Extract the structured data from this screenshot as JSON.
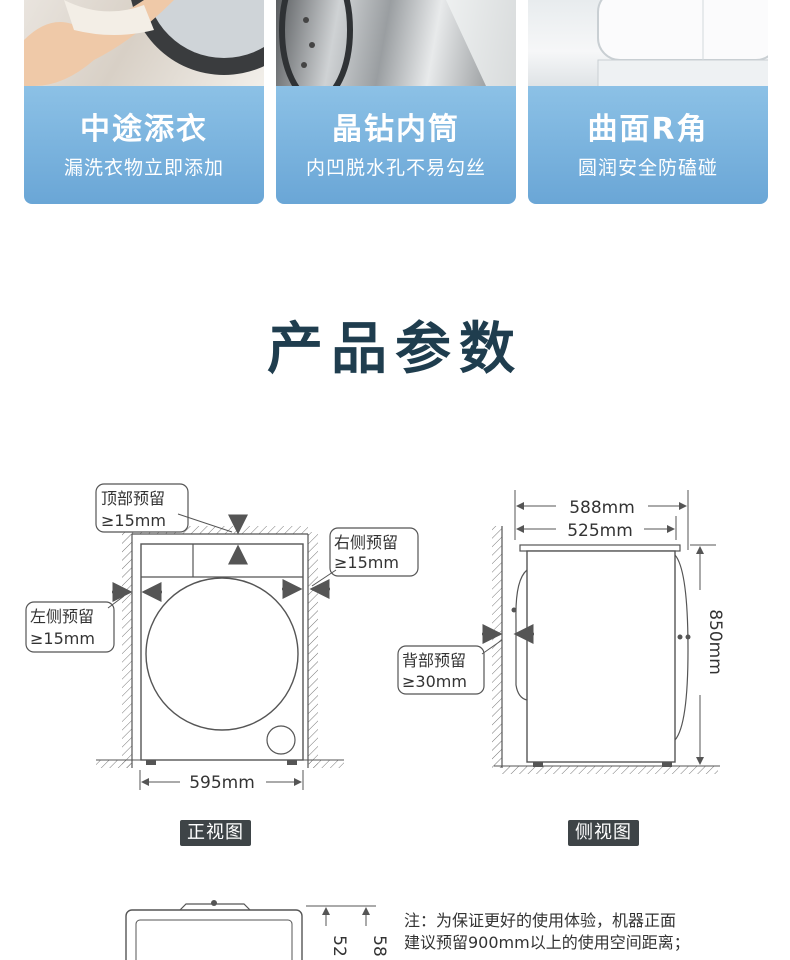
{
  "features": [
    {
      "title": "中途添衣",
      "subtitle": "漏洗衣物立即添加"
    },
    {
      "title": "晶钻内筒",
      "subtitle": "内凹脱水孔不易勾丝"
    },
    {
      "title": "曲面R角",
      "subtitle": "圆润安全防磕碰"
    }
  ],
  "section_title": "产品参数",
  "front_view": {
    "tag": "正视图",
    "top_clearance": {
      "label": "顶部预留",
      "value": "≥15mm"
    },
    "right_clearance": {
      "label": "右侧预留",
      "value": "≥15mm"
    },
    "left_clearance": {
      "label": "左侧预留",
      "value": "≥15mm"
    },
    "width": "595mm"
  },
  "side_view": {
    "tag": "侧视图",
    "total_depth": "588mm",
    "body_depth": "525mm",
    "height": "850mm",
    "back_clearance": {
      "label": "背部预留",
      "value": "≥30mm"
    }
  },
  "top_view": {
    "depth_a": "52",
    "depth_b": "58"
  },
  "note": {
    "line1": "注：为保证更好的使用体验，机器正面",
    "line2": "建议预留900mm以上的使用空间距离；"
  },
  "colors": {
    "card_panel": "#7bb3de",
    "title": "#1f3d4e",
    "tag_bg": "#3e4447",
    "line": "#555555"
  }
}
